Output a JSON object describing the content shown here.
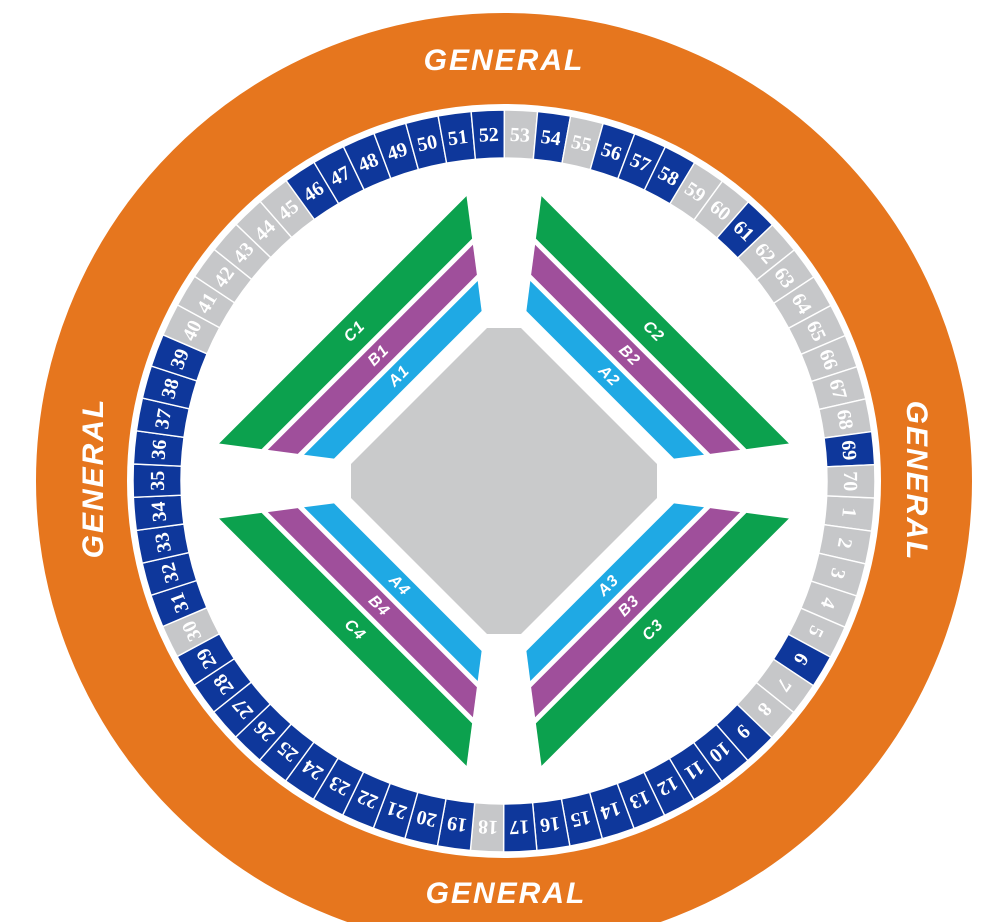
{
  "arena": {
    "general_label": "GENERAL",
    "colors": {
      "ring_orange": "#E6761E",
      "section_blue": "#0E379B",
      "section_gray": "#C6C7C9",
      "divider_white": "#FFFFFF",
      "number_text": "#FFFFFF",
      "tier_A": "#1FA9E4",
      "tier_B": "#9F4F9B",
      "tier_C": "#0CA14E",
      "stage_gray": "#C9CACB",
      "floor_label_text": "#FFFFFF"
    },
    "sections": {
      "first": 1,
      "last": 70,
      "count": 70,
      "blue_numbers": [
        6,
        9,
        10,
        11,
        12,
        13,
        14,
        15,
        16,
        17,
        19,
        20,
        21,
        22,
        23,
        24,
        25,
        26,
        27,
        28,
        29,
        31,
        32,
        33,
        34,
        35,
        36,
        37,
        38,
        39,
        46,
        47,
        48,
        49,
        50,
        51,
        52,
        54,
        56,
        57,
        58,
        61,
        69
      ]
    },
    "floor": {
      "groups": [
        {
          "position": "top-left",
          "strips": [
            {
              "label": "C1",
              "tier": "C"
            },
            {
              "label": "B1",
              "tier": "B"
            },
            {
              "label": "A1",
              "tier": "A"
            }
          ]
        },
        {
          "position": "top-right",
          "strips": [
            {
              "label": "C2",
              "tier": "C"
            },
            {
              "label": "B2",
              "tier": "B"
            },
            {
              "label": "A2",
              "tier": "A"
            }
          ]
        },
        {
          "position": "bottom-right",
          "strips": [
            {
              "label": "C3",
              "tier": "C"
            },
            {
              "label": "B3",
              "tier": "B"
            },
            {
              "label": "A3",
              "tier": "A"
            }
          ]
        },
        {
          "position": "bottom-left",
          "strips": [
            {
              "label": "C4",
              "tier": "C"
            },
            {
              "label": "B4",
              "tier": "B"
            },
            {
              "label": "A4",
              "tier": "A"
            }
          ]
        }
      ]
    }
  }
}
